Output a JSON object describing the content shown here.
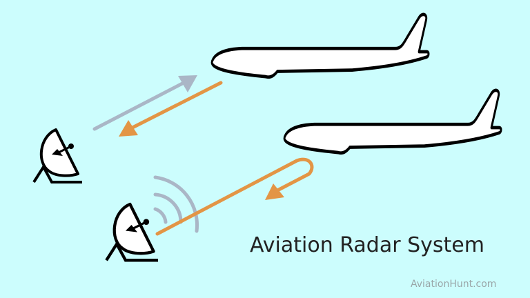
{
  "diagram": {
    "title": "Aviation Radar System",
    "credit": "AviationHunt.com",
    "colors": {
      "background": "#ccfdfd",
      "transmit_signal": "#aab6c6",
      "reflected_signal": "#e39545",
      "outline": "#000000",
      "fill": "#ffffff",
      "title_text": "#222222",
      "credit_text": "#9aa6a8"
    },
    "elements": {
      "aircraft": [
        "airplane-upper",
        "airplane-lower"
      ],
      "antennas": [
        "radar-dish-upper",
        "radar-dish-lower"
      ],
      "signals": [
        "transmit-arrow",
        "reflected-arrow-upper",
        "reflected-arrow-lower-looped",
        "radio-waves"
      ]
    }
  }
}
